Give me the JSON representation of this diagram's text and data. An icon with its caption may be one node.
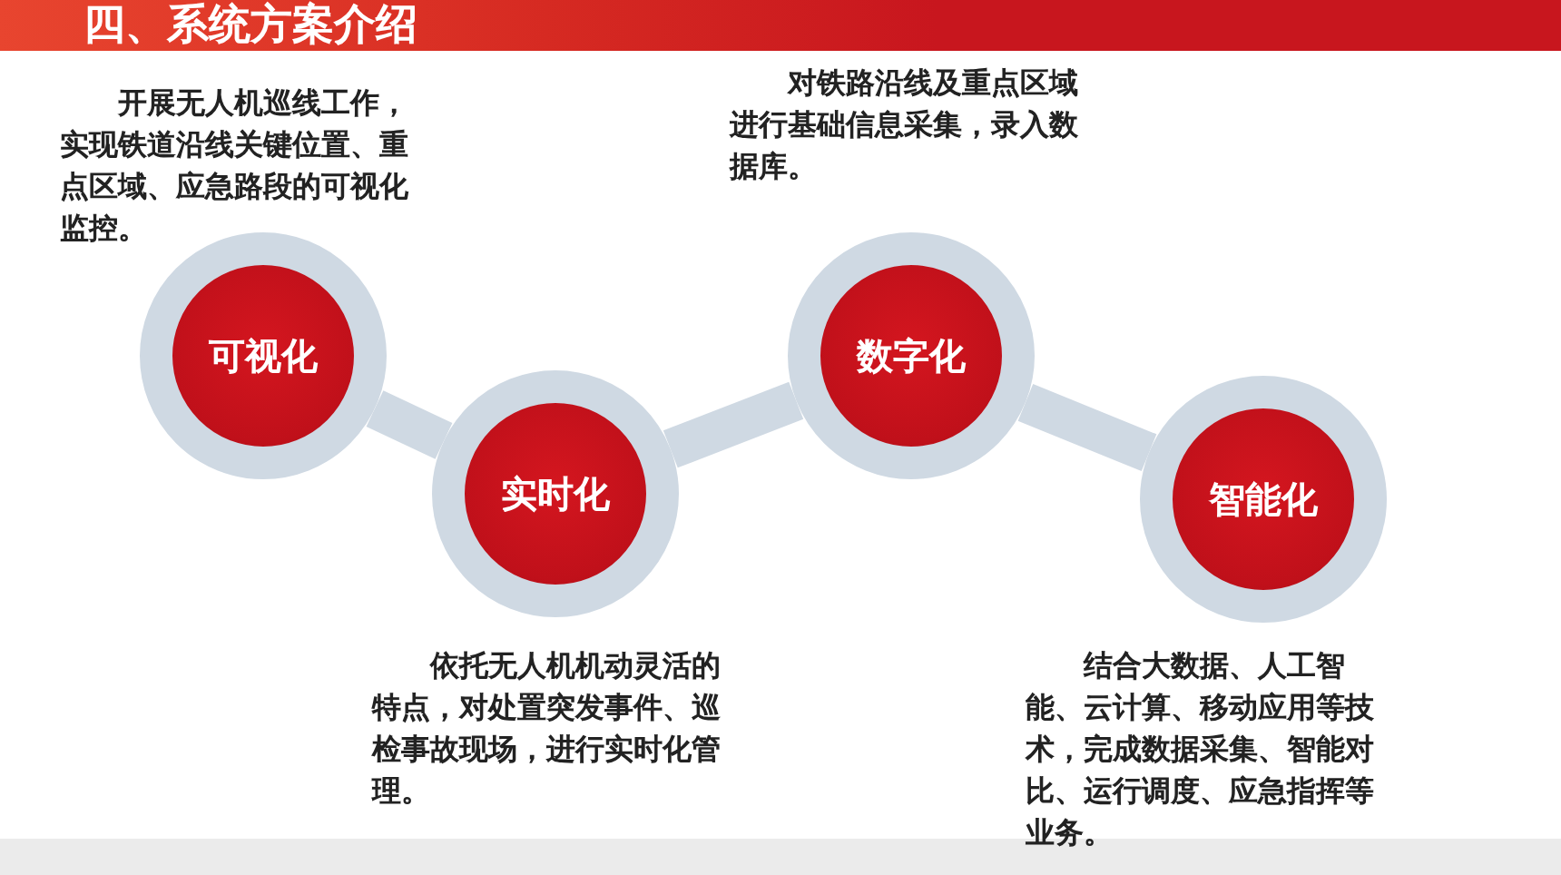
{
  "diagram": {
    "title": "四、系统方案介绍",
    "nodes": [
      {
        "text": [
          "可视化"
        ],
        "beside": [
          "开展无人机巡线工作，实现铁道沿线关键位置、重点区域、应急路段的可视化监控。"
        ]
      },
      {
        "text": [
          "实时化"
        ],
        "beside": [
          "依托无人机机动灵活的特点，对处置突发事件、巡检事故现场，进行实时化管理。"
        ]
      },
      {
        "text": [
          "数字化"
        ],
        "beside": [
          "对铁路沿线及重点区域进行基础信息采集，录入数据库。"
        ]
      },
      {
        "text": [
          "智能化"
        ],
        "beside": [
          "结合大数据、人工智能、云计算、移动应用等技术，完成数据采集、智能对比、运行调度、应急指挥等业务。"
        ]
      }
    ],
    "edges": [
      {
        "from": 0,
        "to": 1,
        "arrow": "none"
      },
      {
        "from": 1,
        "to": 2,
        "arrow": "none"
      },
      {
        "from": 2,
        "to": 3,
        "arrow": "none"
      }
    ]
  }
}
